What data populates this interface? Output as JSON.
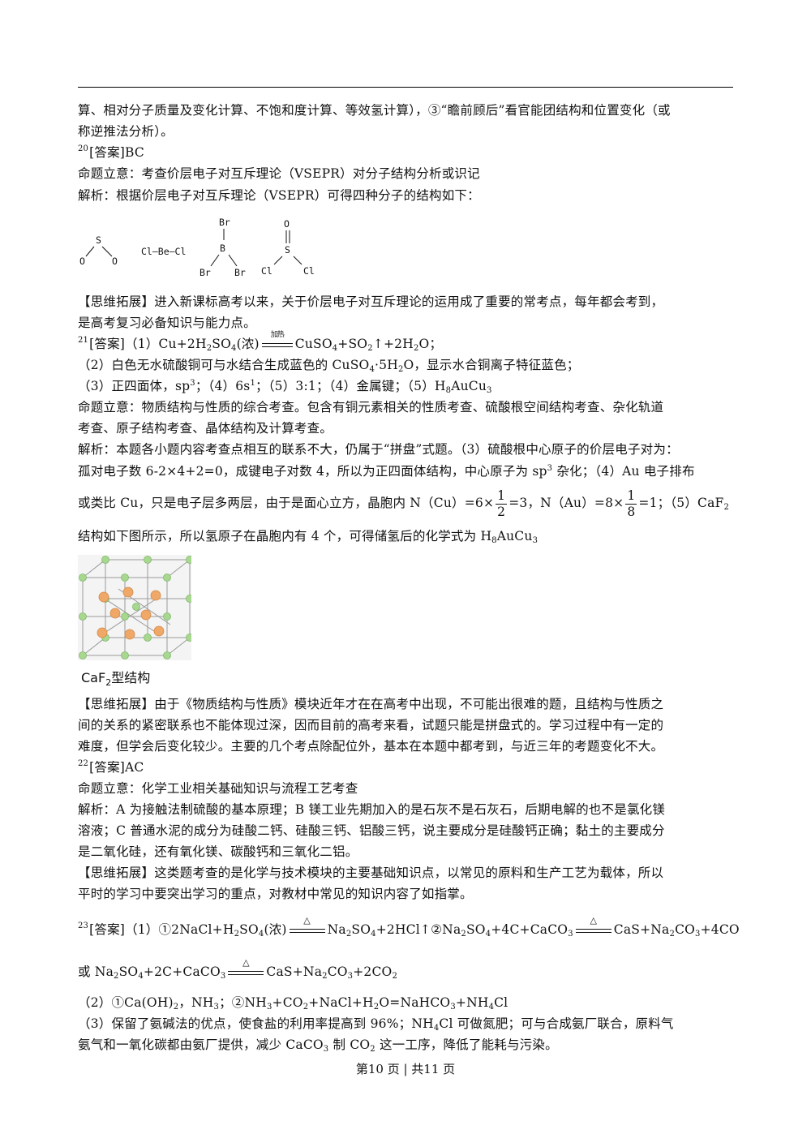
{
  "lines": {
    "l1": "算、相对分子质量及变化计算、不饱和度计算、等效氢计算），③“瞻前顾后”看官能团结构和位置变化（或",
    "l2": "称逆推法分析）。",
    "q20_num": "20",
    "q20_ans": "[答案]BC",
    "q20_intent": "命题立意：考查价层电子对互斥理论（VSEPR）对分子结构分析或识记",
    "q20_analysis": "解析：根据价层电子对互斥理论（VSEPR）可得四种分子的结构如下：",
    "q20_ext1": "【思维拓展】进入新课标高考以来，关于价层电子对互斥理论的运用成了重要的常考点，每年都会考到，",
    "q20_ext2": "是高考复习必备知识与能力点。",
    "q21_num": "21",
    "q21_ans_a": "[答案]（1）Cu+2H",
    "q21_ans_b": "2",
    "q21_ans_c": "SO",
    "q21_ans_d": "4",
    "q21_ans_e": "(浓)",
    "q21_heat": "加热",
    "q21_ans_f": "CuSO",
    "q21_ans_g": "4",
    "q21_ans_h": "+SO",
    "q21_ans_i": "2",
    "q21_ans_j": "↑+2H",
    "q21_ans_k": "2",
    "q21_ans_l": "O；",
    "q21_l2a": "（2）白色无水硫酸铜可与水结合生成蓝色的 CuSO",
    "q21_l2b": "4",
    "q21_l2c": "·5H",
    "q21_l2d": "2",
    "q21_l2e": "O，显示水合铜离子特征蓝色；",
    "q21_l3a": "（3）正四面体，sp",
    "q21_l3b": "3",
    "q21_l3c": "；（4）6s",
    "q21_l3d": "1",
    "q21_l3e": "；（5）3:1；（4）金属键；（5）H",
    "q21_l3f": "8",
    "q21_l3g": "AuCu",
    "q21_l3h": "3",
    "q21_intent1": "命题立意：物质结构与性质的综合考查。包含有铜元素相关的性质考查、硫酸根空间结构考查、杂化轨道",
    "q21_intent2": "考查、原子结构考查、晶体结构及计算考查。",
    "q21_an1": "解析：本题各小题内容考查点相互的联系不大，仍属于“拼盘”式题。（3）硫酸根中心原子的价层电子对为：",
    "q21_an2a": "孤对电子数 6-2×4+2=0，成键电子对数 4，所以为正四面体结构，中心原子为 sp",
    "q21_an2b": "3",
    "q21_an2c": " 杂化；（4）Au 电子排布",
    "q21_an3a": "或类比 Cu，只是电子层多两层，由于是面心立方，晶胞内 N（Cu）=6×",
    "q21_an3_n1": "1",
    "q21_an3_d1": "2",
    "q21_an3b": "=3，N（Au）=8×",
    "q21_an3_n2": "1",
    "q21_an3_d2": "8",
    "q21_an3c": "=1；（5）CaF",
    "q21_an3d": "2",
    "q21_an4a": "结构如下图所示，所以氢原子在晶胞内有 4 个，可得储氢后的化学式为 H",
    "q21_an4b": "8",
    "q21_an4c": "AuCu",
    "q21_an4d": "3",
    "q21_ext1": "【思维拓展】由于《物质结构与性质》模块近年才在在高考中出现，不可能出很难的题，且结构与性质之",
    "q21_ext2": "间的关系的紧密联系也不能体现过深，因而目前的高考来看，试题只能是拼盘式的。学习过程中有一定的",
    "q21_ext3": "难度，但学会后变化较少。主要的几个考点除配位外，基本在本题中都考到，与近三年的考题变化不大。",
    "q22_num": "22",
    "q22_ans": "[答案]AC",
    "q22_intent": "命题立意：化学工业相关基础知识与流程工艺考查",
    "q22_an1": "解析：A 为接触法制硫酸的基本原理；B 镁工业先期加入的是石灰不是石灰石，后期电解的也不是氯化镁",
    "q22_an2": "溶液；C 普通水泥的成分为硅酸二钙、硅酸三钙、铝酸三钙，说主要成分是硅酸钙正确；黏土的主要成分",
    "q22_an3": "是二氧化硅，还有氧化镁、碳酸钙和三氧化二铝。",
    "q22_ext1": "【思维拓展】这类题考查的是化学与技术模块的主要基础知识点，以常见的原料和生产工艺为载体，所以",
    "q22_ext2": "平时的学习中要突出学习的重点，对教材中常见的知识内容了如指掌。",
    "q23_num": "23",
    "q23_a1": "[答案]（1）①2NaCl+H",
    "q23_a2": "2",
    "q23_a3": "SO",
    "q23_a4": "4",
    "q23_a5": "(浓)",
    "delta": "△",
    "q23_a6": "Na",
    "q23_a7": "2",
    "q23_a8": "SO",
    "q23_a9": "4",
    "q23_a10": "+2HCl↑②Na",
    "q23_a11": "2",
    "q23_a12": "SO",
    "q23_a13": "4",
    "q23_a14": "+4C+CaCO",
    "q23_a15": "3",
    "q23_a16": "CaS+Na",
    "q23_a17": "2",
    "q23_a18": "CO",
    "q23_a19": "3",
    "q23_a20": "+4CO",
    "q23_b1": "或 Na",
    "q23_b2": "2",
    "q23_b3": "SO",
    "q23_b4": "4",
    "q23_b5": "+2C+CaCO",
    "q23_b6": "3",
    "q23_b7": "CaS+Na",
    "q23_b8": "2",
    "q23_b9": "CO",
    "q23_b10": "3",
    "q23_b11": "+2CO",
    "q23_b12": "2",
    "q23_c1": "（2）①Ca(OH)",
    "q23_c2": "2",
    "q23_c3": "，NH",
    "q23_c4": "3",
    "q23_c5": "；②NH",
    "q23_c6": "3",
    "q23_c7": "+CO",
    "q23_c8": "2",
    "q23_c9": "+NaCl+H",
    "q23_c10": "2",
    "q23_c11": "O=NaHCO",
    "q23_c12": "3",
    "q23_c13": "+NH",
    "q23_c14": "4",
    "q23_c15": "Cl",
    "q23_d1": "（3）保留了氨碱法的优点，使食盐的利用率提高到 96%；NH",
    "q23_d2": "4",
    "q23_d3": "Cl 可做氮肥；可与合成氨厂联合，原料气",
    "q23_e1": "氨气和一氧化碳都由氨厂提供，减少 CaCO",
    "q23_e2": "3",
    "q23_e3": " 制 CO",
    "q23_e4": "2",
    "q23_e5": " 这一工序，降低了能耗与污染。"
  },
  "molecules": {
    "so2": {
      "s": "S",
      "o": "O"
    },
    "becl2": {
      "text": "Cl—Be—Cl"
    },
    "bbr3": {
      "b": "B",
      "br": "Br"
    },
    "socl2": {
      "s": "S",
      "o": "O",
      "cl": "Cl"
    }
  },
  "crystal": {
    "caption_a": "CaF",
    "caption_b": "2",
    "caption_c": "型结构",
    "colors": {
      "cation": "#f0a868",
      "anion": "#a8d890",
      "line": "#9a9a9a"
    }
  },
  "footer": "第10 页 | 共11 页"
}
